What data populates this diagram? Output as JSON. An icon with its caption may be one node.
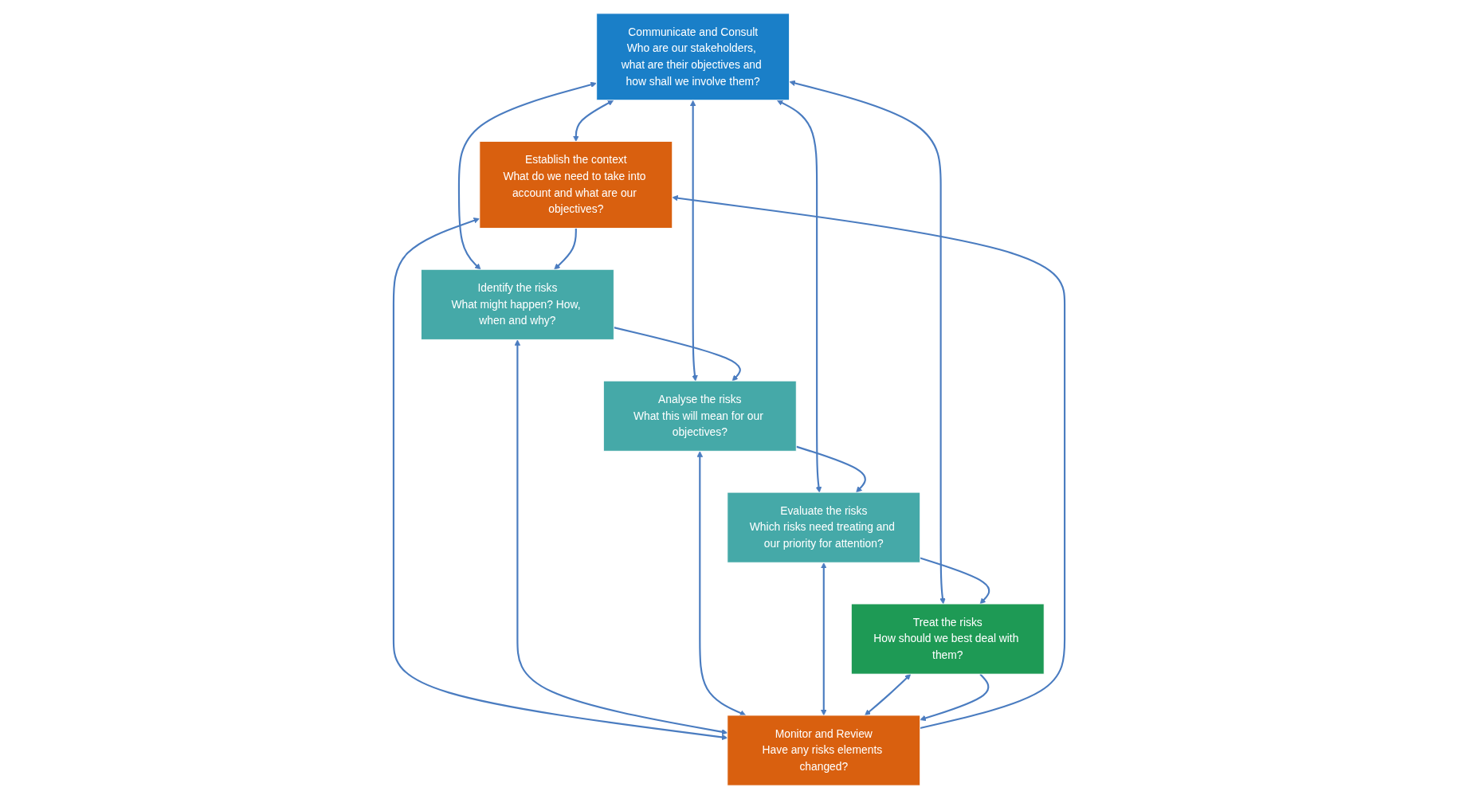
{
  "diagram": {
    "nodes": [
      {
        "text": [
          "Communicate and Consult",
          "Who are our stakeholders, what are their objectives and how shall we involve them?"
        ]
      },
      {
        "text": [
          "Establish the context",
          "What do we need to take into account and what are our objectives?"
        ]
      },
      {
        "text": [
          "Identify the risks",
          "What might happen? How, when and why?"
        ]
      },
      {
        "text": [
          "Analyse the risks",
          "What this will mean for our objectives?"
        ]
      },
      {
        "text": [
          "Evaluate the risks",
          "Which risks need treating and our priority for attention?"
        ]
      },
      {
        "text": [
          "Treat the risks",
          "How should we best deal with them?"
        ]
      },
      {
        "text": [
          "Monitor and Review",
          "Have any risks elements changed?"
        ]
      }
    ],
    "edges": [
      {
        "from": 0,
        "to": 1,
        "arrow": "both"
      },
      {
        "from": 0,
        "to": 2,
        "arrow": "both"
      },
      {
        "from": 0,
        "to": 3,
        "arrow": "both"
      },
      {
        "from": 0,
        "to": 4,
        "arrow": "both"
      },
      {
        "from": 0,
        "to": 5,
        "arrow": "both"
      },
      {
        "from": 1,
        "to": 2,
        "arrow": "to"
      },
      {
        "from": 2,
        "to": 3,
        "arrow": "to"
      },
      {
        "from": 3,
        "to": 4,
        "arrow": "to"
      },
      {
        "from": 4,
        "to": 5,
        "arrow": "to"
      },
      {
        "from": 1,
        "to": 6,
        "arrow": "both"
      },
      {
        "from": 2,
        "to": 6,
        "arrow": "both"
      },
      {
        "from": 3,
        "to": 6,
        "arrow": "both"
      },
      {
        "from": 4,
        "to": 6,
        "arrow": "both"
      },
      {
        "from": 5,
        "to": 6,
        "arrow": "both"
      },
      {
        "from": 5,
        "to": 6,
        "arrow": "to"
      },
      {
        "from": 6,
        "to": 1,
        "arrow": "to"
      }
    ]
  }
}
